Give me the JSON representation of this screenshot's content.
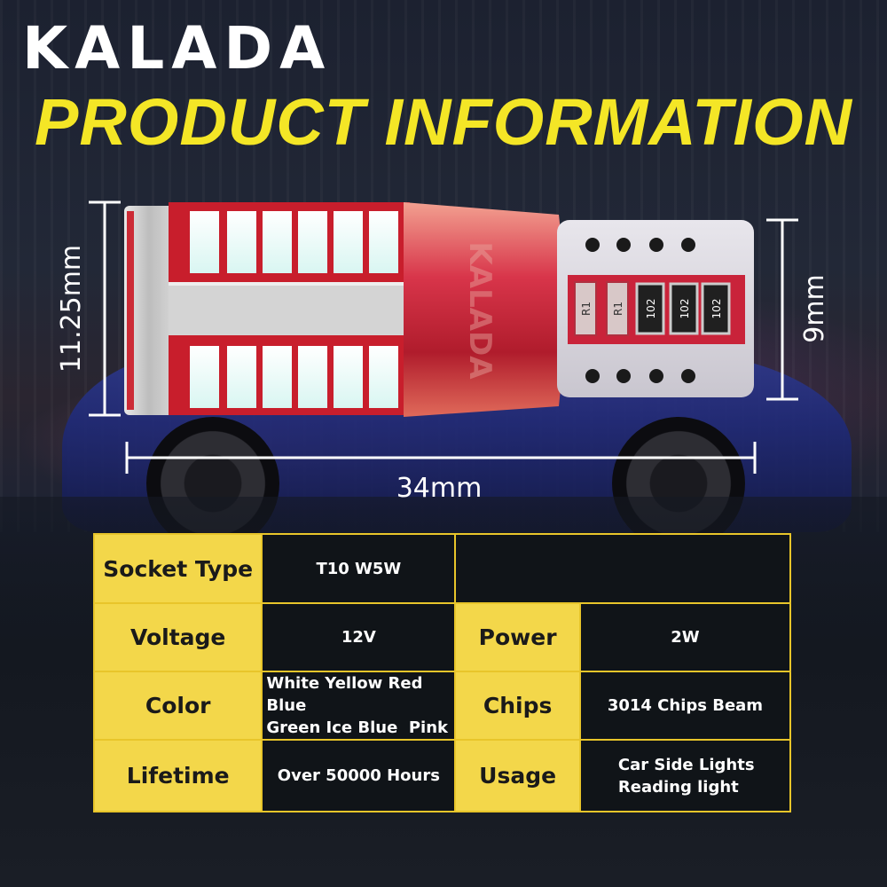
{
  "brand": "KALADA",
  "title": "PRODUCT INFORMATION",
  "bulb": {
    "imprint": "KALADA",
    "resistor_labels": [
      "R1",
      "R1",
      "102",
      "102",
      "102"
    ]
  },
  "dimensions": {
    "height": "11.25mm",
    "width": "9mm",
    "length": "34mm"
  },
  "specs": {
    "socket_type": {
      "label": "Socket Type",
      "value": "T10 W5W"
    },
    "voltage": {
      "label": "Voltage",
      "value": "12V"
    },
    "power": {
      "label": "Power",
      "value": "2W"
    },
    "color": {
      "label": "Color",
      "value_line1": "White Yellow Red Blue",
      "value_line2": "Green Ice Blue  Pink"
    },
    "chips": {
      "label": "Chips",
      "value": "3014 Chips Beam"
    },
    "lifetime": {
      "label": "Lifetime",
      "value": "Over 50000 Hours"
    },
    "usage": {
      "label": "Usage",
      "value_line1": "Car Side Lights",
      "value_line2": "Reading light"
    }
  },
  "colors": {
    "accent_yellow": "#f4e626",
    "label_bg": "#f3d74a",
    "border": "#e8c52a",
    "value_bg": "#101418"
  }
}
